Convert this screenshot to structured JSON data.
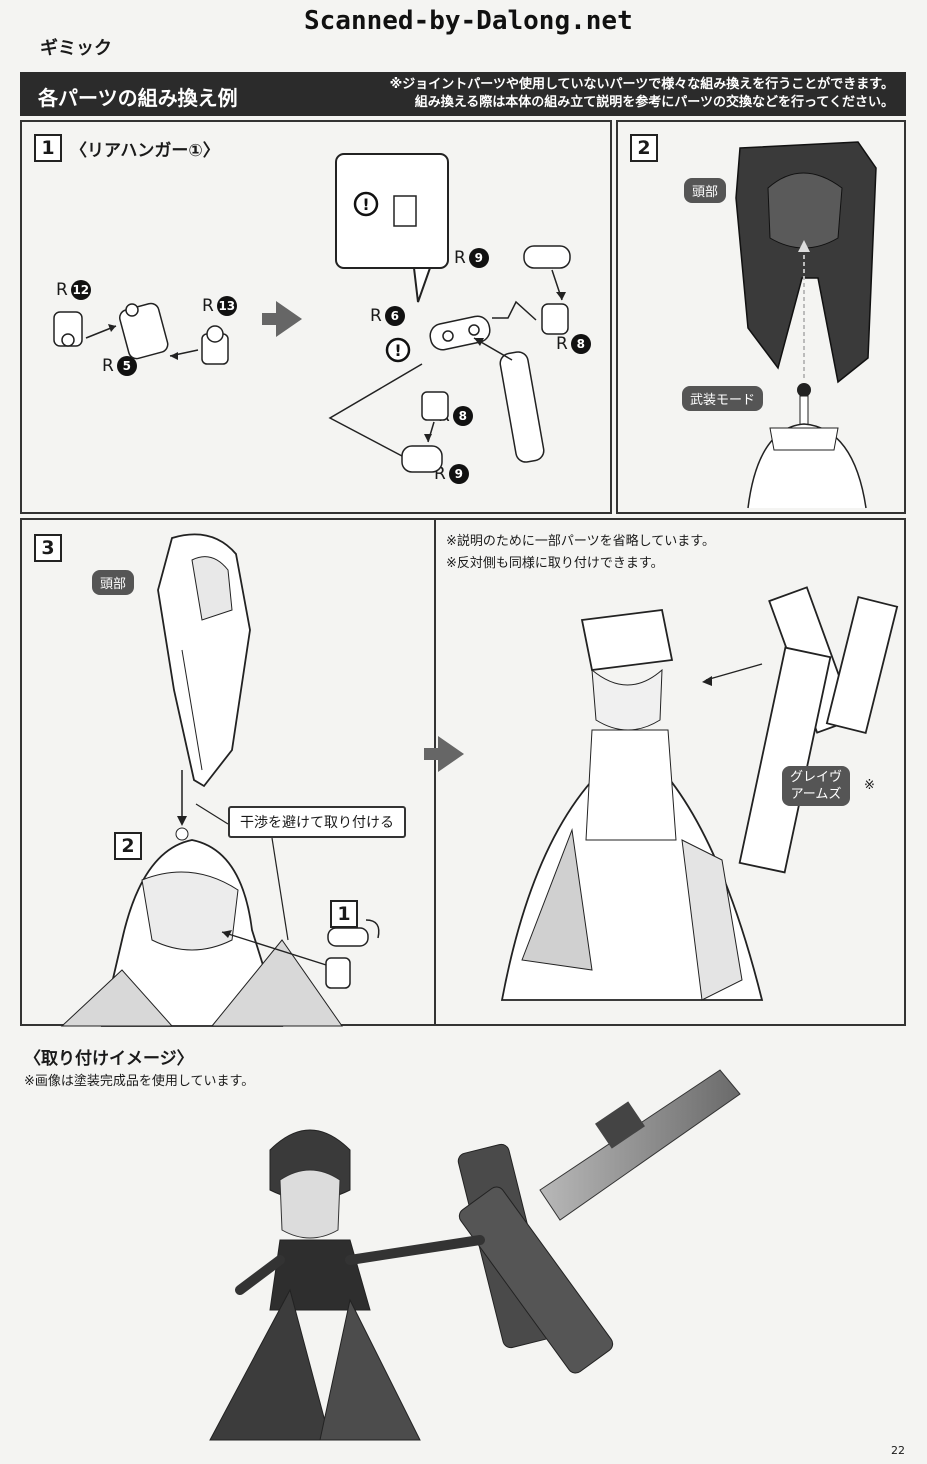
{
  "watermark": "Scanned-by-Dalong.net",
  "section_title": "ギミック",
  "header": {
    "title": "各パーツの組み換え例",
    "note_line1": "※ジョイントパーツや使用していないパーツで様々な組み換えを行うことができます。",
    "note_line2": "組み換える際は本体の組み立て説明を参考にパーツの交換などを行ってください。"
  },
  "step1": {
    "number": "1",
    "title": "〈リアハンガー①〉",
    "parts": [
      "R",
      "R",
      "R",
      "R",
      "R",
      "R",
      "R",
      "R"
    ],
    "part_nums": [
      "12",
      "13",
      "5",
      "9",
      "6",
      "8",
      "8",
      "9"
    ]
  },
  "step2": {
    "number": "2",
    "tag_head": "頭部",
    "tag_mode": "武装モード"
  },
  "step3": {
    "number": "3",
    "tag_head": "頭部",
    "callout": "干渉を避けて取り付ける",
    "ref2": "2",
    "ref1": "1",
    "note1": "※説明のために一部パーツを省略しています。",
    "note2": "※反対側も同様に取り付けできます。",
    "tag_weapon_line1": "グレイヴ",
    "tag_weapon_line2": "アームズ",
    "tag_weapon_mark": "※"
  },
  "image_section": {
    "title": "〈取り付けイメージ〉",
    "note": "※画像は塗装完成品を使用しています。"
  },
  "page_number": "22",
  "colors": {
    "header_bg": "#2b2b2b",
    "tag_bg": "#555555",
    "paper": "#f4f4f2"
  }
}
